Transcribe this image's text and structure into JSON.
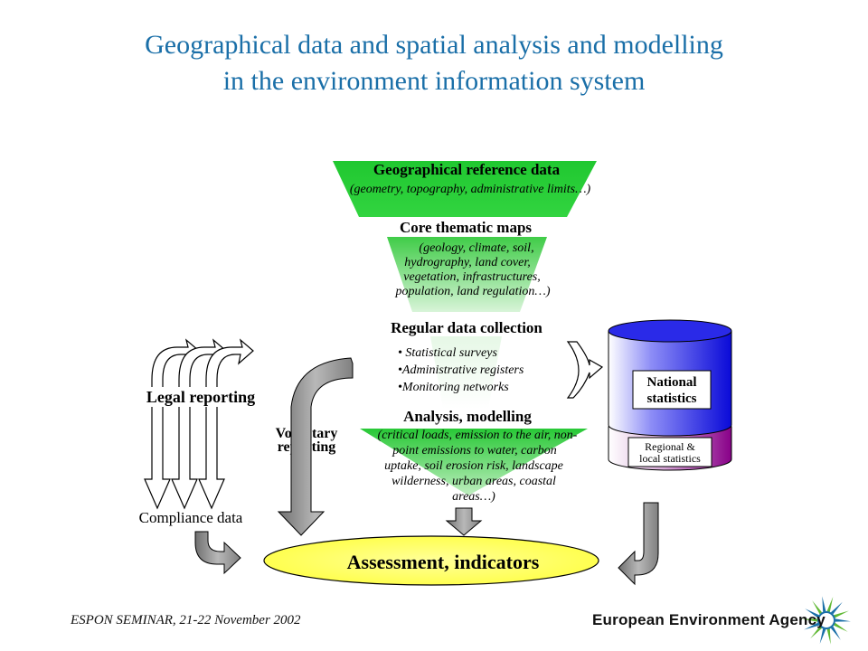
{
  "title": {
    "line1": "Geographical data and spatial analysis and modelling",
    "line2": "in the environment information system"
  },
  "funnel": {
    "level1": {
      "heading": "Geographical reference data",
      "detail": "(geometry, topography, administrative limits…)"
    },
    "level2": {
      "heading": "Core thematic maps",
      "lines": [
        "(geology, climate, soil,",
        "hydrography, land cover,",
        "vegetation, infrastructures,",
        "population, land regulation…)"
      ]
    },
    "level3": {
      "heading": "Regular data collection",
      "bullets": [
        "• Statistical surveys",
        "•Administrative registers",
        "•Monitoring networks"
      ]
    },
    "level4": {
      "heading": "Analysis, modelling",
      "lines": [
        "(critical loads, emission to the air, non-",
        "point emissions to water, carbon",
        "uptake, soil erosion risk, landscape",
        "wilderness, urban areas, coastal",
        "areas…)"
      ]
    }
  },
  "left": {
    "legal_reporting": "Legal reporting",
    "compliance_data": "Compliance data",
    "voluntary_line1": "Voluntary",
    "voluntary_line2": "reporting"
  },
  "database": {
    "national_line1": "National",
    "national_line2": "statistics",
    "regional_line1": "Regional &",
    "regional_line2": "local statistics"
  },
  "assessment": "Assessment, indicators",
  "footer": {
    "seminar": "ESPON SEMINAR, 21-22 November 2002",
    "agency": "European Environment Agency"
  },
  "colors": {
    "title": "#1a6fa8",
    "funnel_top": "#22c832",
    "funnel_bottom": "#ffffff",
    "ellipse": "#ffff66",
    "database_blue": "#1010e0",
    "database_purple": "#880088",
    "arrow_gray": "#909090",
    "logo_blue": "#1a6fa8",
    "logo_green": "#5fb832"
  },
  "icons": {
    "logo": "eea-sun-logo-icon"
  }
}
